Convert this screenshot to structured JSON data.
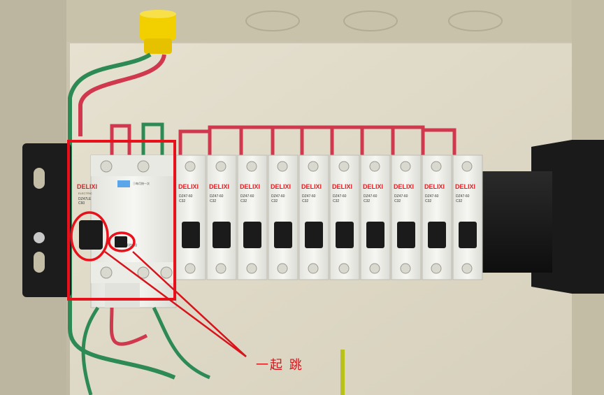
{
  "scene": {
    "description_free": true,
    "annotation": {
      "label": "一起 跳",
      "color": "#d7141c"
    },
    "colors": {
      "frame_highlight": "#e8101a",
      "breaker_body": "#f2f2ee",
      "toggle": "#1b1b1b",
      "wire_red": "#d0384e",
      "wire_green": "#2e8a55",
      "rail": "#1c1c1c",
      "enclosure": "#d9d3bf"
    }
  },
  "main_breaker": {
    "brand": "DELIXI",
    "sub": "ELECTRIC",
    "model": "DZ47LE",
    "rating": "C60",
    "side_text": "①每月按一次",
    "test_label": "试验按钮"
  },
  "branch_breakers": [
    {
      "brand": "DELIXI",
      "model": "DZ47-60",
      "rating": "C32"
    },
    {
      "brand": "DELIXI",
      "model": "DZ47-60",
      "rating": "C32"
    },
    {
      "brand": "DELIXI",
      "model": "DZ47-60",
      "rating": "C32"
    },
    {
      "brand": "DELIXI",
      "model": "DZ47-60",
      "rating": "C32"
    },
    {
      "brand": "DELIXI",
      "model": "DZ47-60",
      "rating": "C32"
    },
    {
      "brand": "DELIXI",
      "model": "DZ47-60",
      "rating": "C32"
    },
    {
      "brand": "DELIXI",
      "model": "DZ47-60",
      "rating": "C32"
    },
    {
      "brand": "DELIXI",
      "model": "DZ47-60",
      "rating": "C32"
    },
    {
      "brand": "DELIXI",
      "model": "DZ47-60",
      "rating": "C32"
    },
    {
      "brand": "DELIXI",
      "model": "DZ47-60",
      "rating": "C32"
    }
  ]
}
